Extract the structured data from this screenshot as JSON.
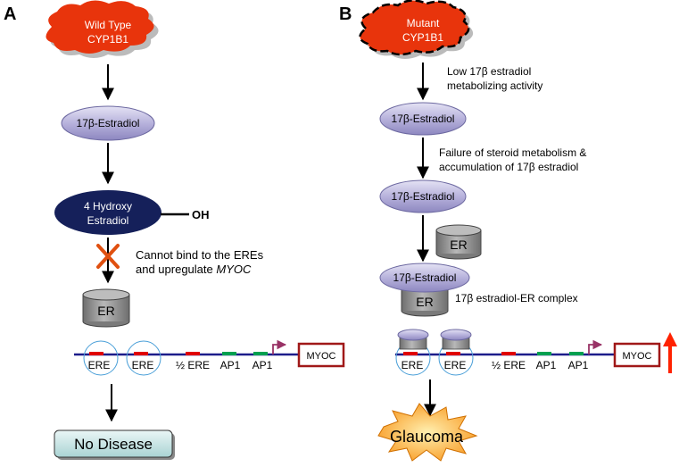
{
  "panel_a": {
    "label": "A",
    "wild_type_line1": "Wild Type",
    "wild_type_line2": "CYP1B1",
    "estradiol": "17β-Estradiol",
    "hydroxy_line1": "4 Hydroxy",
    "hydroxy_line2": "Estradiol",
    "oh": "OH",
    "cannot_bind_line1": "Cannot bind to the EREs",
    "cannot_bind_line2_prefix": "and upregulate ",
    "cannot_bind_line2_gene": "MYOC",
    "er": "ER",
    "promoter": {
      "ere1": "ERE",
      "ere2": "ERE",
      "half_ere": "½ ERE",
      "ap1a": "AP1",
      "ap1b": "AP1",
      "gene": "MYOC"
    },
    "outcome": "No Disease"
  },
  "panel_b": {
    "label": "B",
    "mutant_line1": "Mutant",
    "mutant_line2": "CYP1B1",
    "low_activity_line1": "Low 17β estradiol",
    "low_activity_line2": "metabolizing activity",
    "estradiol1": "17β-Estradiol",
    "failure_line1": "Failure of steroid metabolism &",
    "failure_line2": "accumulation of 17β estradiol",
    "estradiol2": "17β-Estradiol",
    "er": "ER",
    "complex_estradiol": "17β-Estradiol",
    "complex_er": "ER",
    "complex_label": "17β estradiol-ER complex",
    "promoter": {
      "ere1": "ERE",
      "ere2": "ERE",
      "half_ere": "½ ERE",
      "ap1a": "AP1",
      "ap1b": "AP1",
      "gene": "MYOC"
    },
    "outcome": "Glaucoma"
  },
  "colors": {
    "cloud_red": "#e8340c",
    "ellipse_lavender": "#b7b2dc",
    "ellipse_navy": "#15205a",
    "cylinder_gray": "#8f8f8f",
    "promoter_line": "#1c1c8a",
    "ere_mark": "#e00000",
    "ap1_mark": "#00a050",
    "gene_box_border": "#a01818",
    "tss_arrow": "#993366",
    "up_arrow": "#ff2200",
    "no_disease_fill": "#cfe8e8",
    "glaucoma_fill": "#ffb030",
    "x_mark": "#e05010"
  }
}
